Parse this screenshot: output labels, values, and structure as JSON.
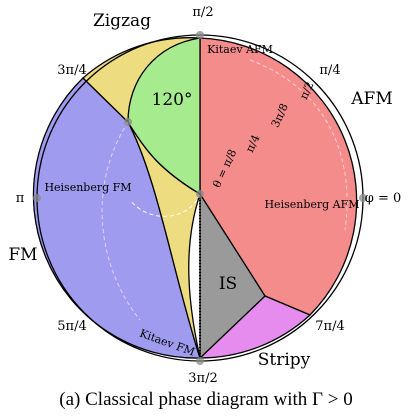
{
  "regions": {
    "afm": {
      "label": "AFM",
      "color": "#F48C8C"
    },
    "zigzag": {
      "label": "Zigzag",
      "color": "#EEDC80"
    },
    "deg120": {
      "label": "120°",
      "color": "#A6EC8F"
    },
    "fm": {
      "label": "FM",
      "color": "#9F9BEE"
    },
    "is": {
      "label": "IS",
      "color": "#9A9A9A"
    },
    "stripy": {
      "label": "Stripy",
      "color": "#E58CEE"
    }
  },
  "angle_labels": {
    "top": "π/2",
    "top_left": "3π/4",
    "left": "π",
    "bottom_left": "5π/4",
    "bottom": "3π/2",
    "bottom_right": "7π/4",
    "right": "φ = 0",
    "top_right": "π/4"
  },
  "inner_labels": {
    "kitaev_afm": "Kitaev AFM",
    "heisenberg_fm": "Heisenberg FM",
    "heisenberg_afm": "Heisenberg AFM",
    "kitaev_fm": "Kitaev FM",
    "theta_pi2": "π/2",
    "theta_3pi8": "3π/8",
    "theta_pi4": "π/4",
    "theta_pi8": "θ = π/8"
  },
  "caption": "(a)  Classical phase diagram with Γ > 0"
}
